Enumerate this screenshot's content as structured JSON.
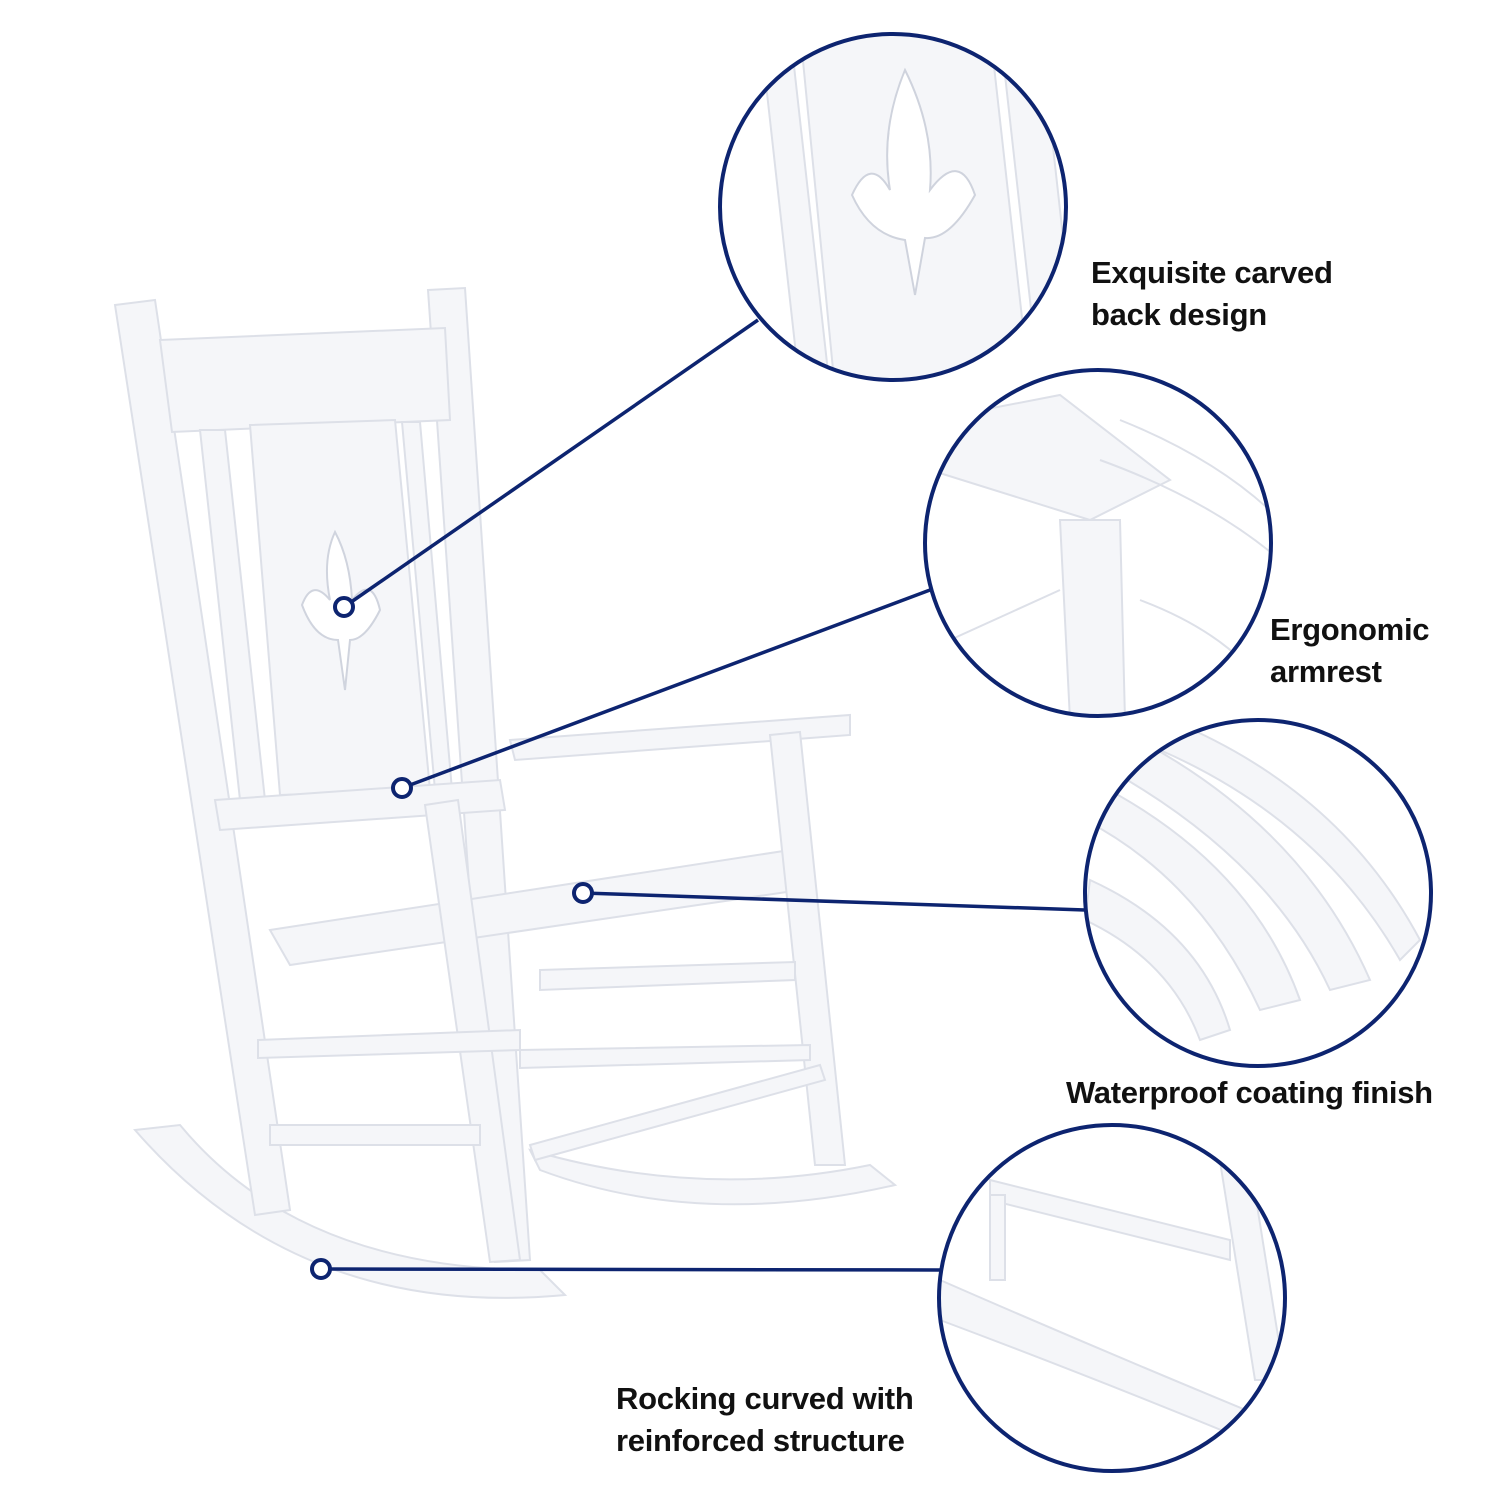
{
  "accent_color": "#0d2470",
  "callouts": [
    {
      "icon": "carved-back-detail",
      "lines": [
        "Exquisite carved",
        "back design"
      ]
    },
    {
      "icon": "armrest-detail",
      "lines": [
        "Ergonomic",
        "armrest"
      ]
    },
    {
      "icon": "seat-slats-detail",
      "lines": [
        "Waterproof coating finish"
      ]
    },
    {
      "icon": "rocker-detail",
      "lines": [
        "Rocking curved with",
        "reinforced structure"
      ]
    }
  ]
}
